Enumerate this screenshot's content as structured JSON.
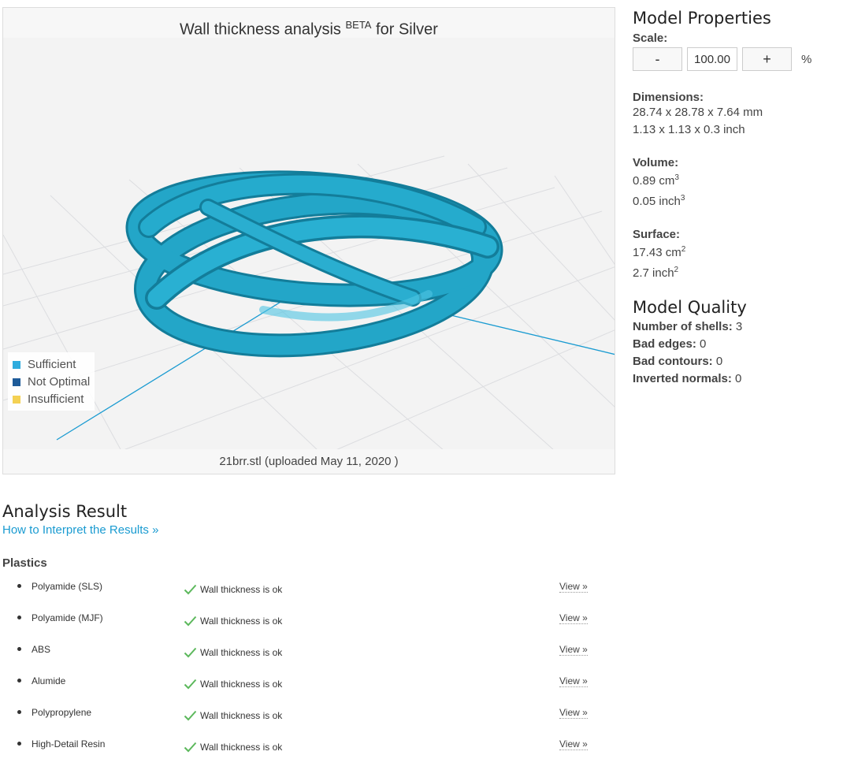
{
  "viewer": {
    "title_main": "Wall thickness analysis",
    "title_sup": "BETA",
    "title_suffix": "for Silver",
    "footer": "21brr.stl (uploaded May 11, 2020 )",
    "legend": [
      {
        "label": "Sufficient",
        "color": "#1fa7dd"
      },
      {
        "label": "Not Optimal",
        "color": "#0d4f92"
      },
      {
        "label": "Insufficient",
        "color": "#f5cf46"
      }
    ],
    "model_color": "#1f9ec0"
  },
  "properties": {
    "title": "Model Properties",
    "scale_label": "Scale:",
    "scale_minus": "-",
    "scale_value": "100.00",
    "scale_plus": "+",
    "scale_unit": "%",
    "dimensions_label": "Dimensions:",
    "dimensions_mm": "28.74 x 28.78 x 7.64 mm",
    "dimensions_inch": "1.13 x 1.13 x 0.3 inch",
    "volume_label": "Volume:",
    "volume_cm": "0.89 cm",
    "volume_inch": "0.05 inch",
    "surface_label": "Surface:",
    "surface_cm": "17.43 cm",
    "surface_inch": "2.7 inch",
    "sup3": "3",
    "sup2": "2"
  },
  "quality": {
    "title": "Model Quality",
    "rows": [
      {
        "label": "Number of shells:",
        "value": "3"
      },
      {
        "label": "Bad edges:",
        "value": "0"
      },
      {
        "label": "Bad contours:",
        "value": "0"
      },
      {
        "label": "Inverted normals:",
        "value": "0"
      }
    ]
  },
  "analysis": {
    "title": "Analysis Result",
    "link": "How to Interpret the Results »",
    "section": "Plastics",
    "status_text": "Wall thickness is ok",
    "view_label": "View »",
    "check_color": "#5cb85c",
    "materials": [
      "Polyamide (SLS)",
      "Polyamide (MJF)",
      "ABS",
      "Alumide",
      "Polypropylene",
      "High-Detail Resin"
    ]
  }
}
